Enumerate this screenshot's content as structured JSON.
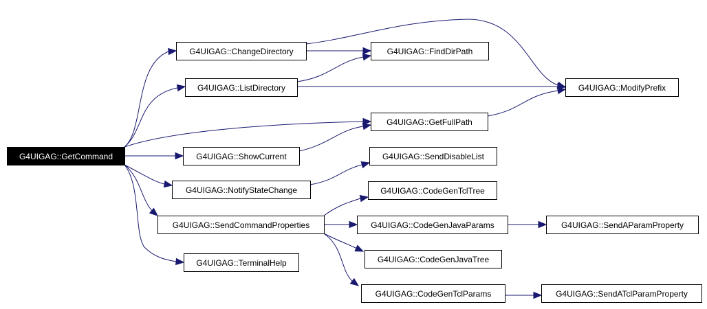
{
  "diagram": {
    "type": "call-graph",
    "edge_color": "#191970",
    "root_fill": "#000000",
    "root_text_color": "#ffffff",
    "nodes": [
      {
        "id": "GetCommand",
        "label": "G4UIGAG::GetCommand",
        "root": true
      },
      {
        "id": "ChangeDirectory",
        "label": "G4UIGAG::ChangeDirectory"
      },
      {
        "id": "ListDirectory",
        "label": "G4UIGAG::ListDirectory"
      },
      {
        "id": "ShowCurrent",
        "label": "G4UIGAG::ShowCurrent"
      },
      {
        "id": "NotifyStateChange",
        "label": "G4UIGAG::NotifyStateChange"
      },
      {
        "id": "SendCommandProperties",
        "label": "G4UIGAG::SendCommandProperties"
      },
      {
        "id": "TerminalHelp",
        "label": "G4UIGAG::TerminalHelp"
      },
      {
        "id": "FindDirPath",
        "label": "G4UIGAG::FindDirPath"
      },
      {
        "id": "GetFullPath",
        "label": "G4UIGAG::GetFullPath"
      },
      {
        "id": "SendDisableList",
        "label": "G4UIGAG::SendDisableList"
      },
      {
        "id": "CodeGenTclTree",
        "label": "G4UIGAG::CodeGenTclTree"
      },
      {
        "id": "CodeGenJavaParams",
        "label": "G4UIGAG::CodeGenJavaParams"
      },
      {
        "id": "CodeGenJavaTree",
        "label": "G4UIGAG::CodeGenJavaTree"
      },
      {
        "id": "CodeGenTclParams",
        "label": "G4UIGAG::CodeGenTclParams"
      },
      {
        "id": "ModifyPrefix",
        "label": "G4UIGAG::ModifyPrefix"
      },
      {
        "id": "SendAParamProperty",
        "label": "G4UIGAG::SendAParamProperty"
      },
      {
        "id": "SendATclParamProperty",
        "label": "G4UIGAG::SendATclParamProperty"
      }
    ],
    "edges": [
      {
        "from": "GetCommand",
        "to": "ChangeDirectory"
      },
      {
        "from": "GetCommand",
        "to": "ListDirectory"
      },
      {
        "from": "GetCommand",
        "to": "GetFullPath"
      },
      {
        "from": "GetCommand",
        "to": "ShowCurrent"
      },
      {
        "from": "GetCommand",
        "to": "NotifyStateChange"
      },
      {
        "from": "GetCommand",
        "to": "SendCommandProperties"
      },
      {
        "from": "GetCommand",
        "to": "TerminalHelp"
      },
      {
        "from": "ChangeDirectory",
        "to": "FindDirPath"
      },
      {
        "from": "ChangeDirectory",
        "to": "ModifyPrefix"
      },
      {
        "from": "ListDirectory",
        "to": "FindDirPath"
      },
      {
        "from": "ListDirectory",
        "to": "ModifyPrefix"
      },
      {
        "from": "GetFullPath",
        "to": "ModifyPrefix"
      },
      {
        "from": "ShowCurrent",
        "to": "GetFullPath"
      },
      {
        "from": "NotifyStateChange",
        "to": "SendDisableList"
      },
      {
        "from": "SendCommandProperties",
        "to": "CodeGenTclTree"
      },
      {
        "from": "SendCommandProperties",
        "to": "CodeGenJavaParams"
      },
      {
        "from": "SendCommandProperties",
        "to": "CodeGenJavaTree"
      },
      {
        "from": "SendCommandProperties",
        "to": "CodeGenTclParams"
      },
      {
        "from": "CodeGenJavaParams",
        "to": "SendAParamProperty"
      },
      {
        "from": "CodeGenTclParams",
        "to": "SendATclParamProperty"
      }
    ]
  }
}
